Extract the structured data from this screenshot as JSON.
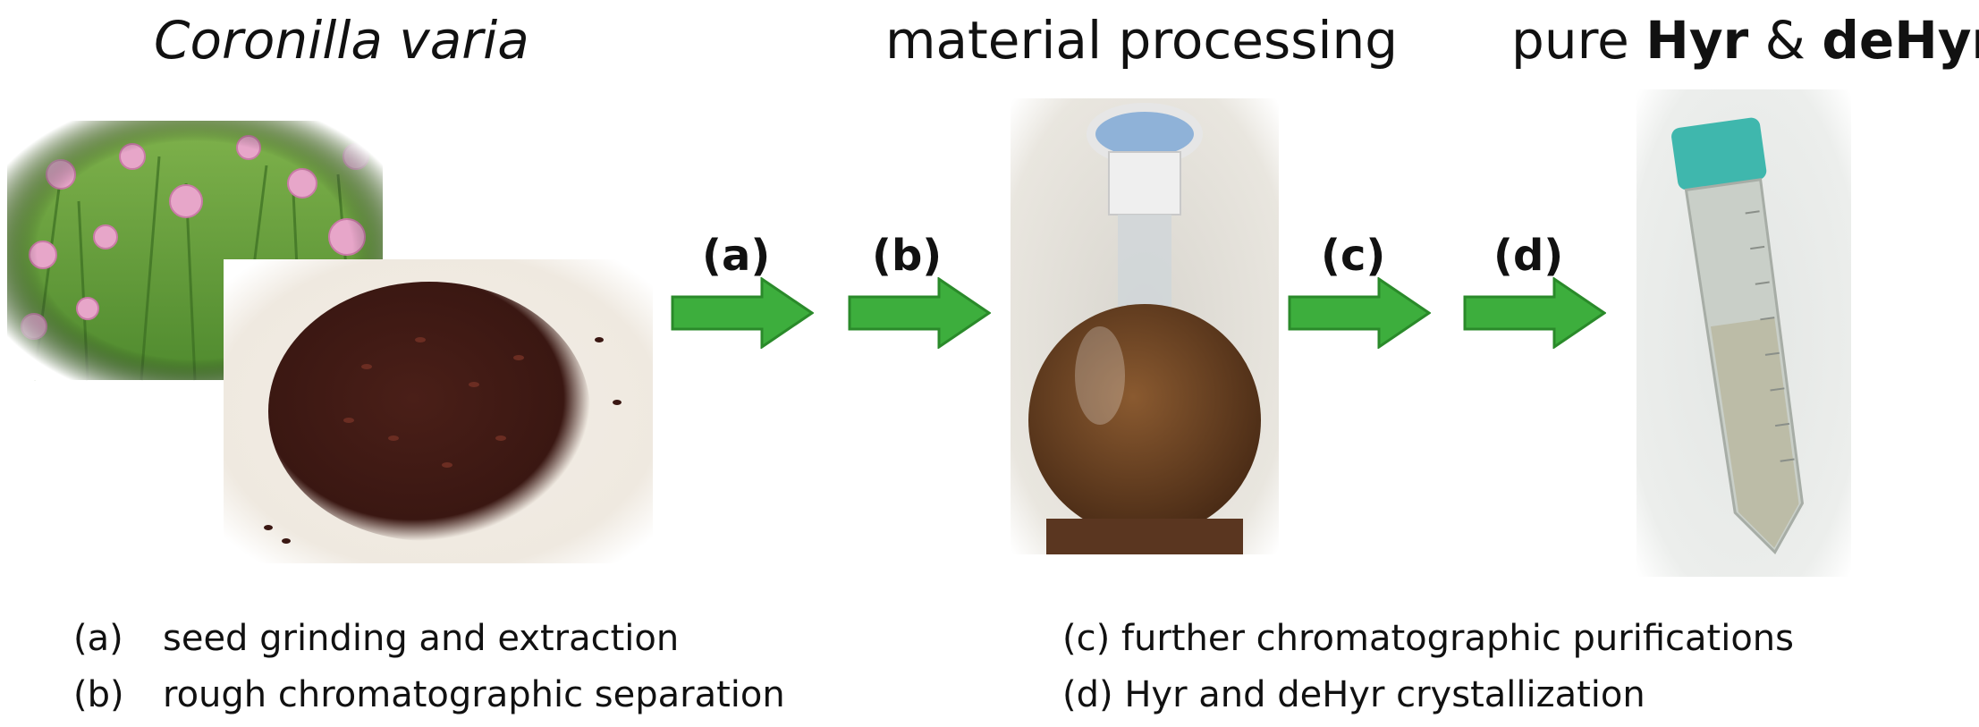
{
  "titles": {
    "plant": "Coronilla varia",
    "processing": "material processing",
    "product_prefix": "pure ",
    "product_a": "Hyr",
    "product_join": " & ",
    "product_b": "deHyr"
  },
  "steps": [
    {
      "label": "(a)",
      "description": "seed grinding and extraction"
    },
    {
      "label": "(b)",
      "description": "rough chromatographic separation"
    },
    {
      "label": "(c)",
      "description": "further chromatographic purifications"
    },
    {
      "label": "(d)",
      "description": "Hyr and deHyr crystallization"
    }
  ],
  "colors": {
    "arrow_fill": "#3dae3d",
    "arrow_stroke": "#2a8a2a",
    "text": "#111111"
  },
  "icons": {
    "photo_flowers": "flowers-photo",
    "photo_seeds": "seeds-photo",
    "photo_flask": "flask-photo",
    "photo_tube": "tube-photo"
  }
}
